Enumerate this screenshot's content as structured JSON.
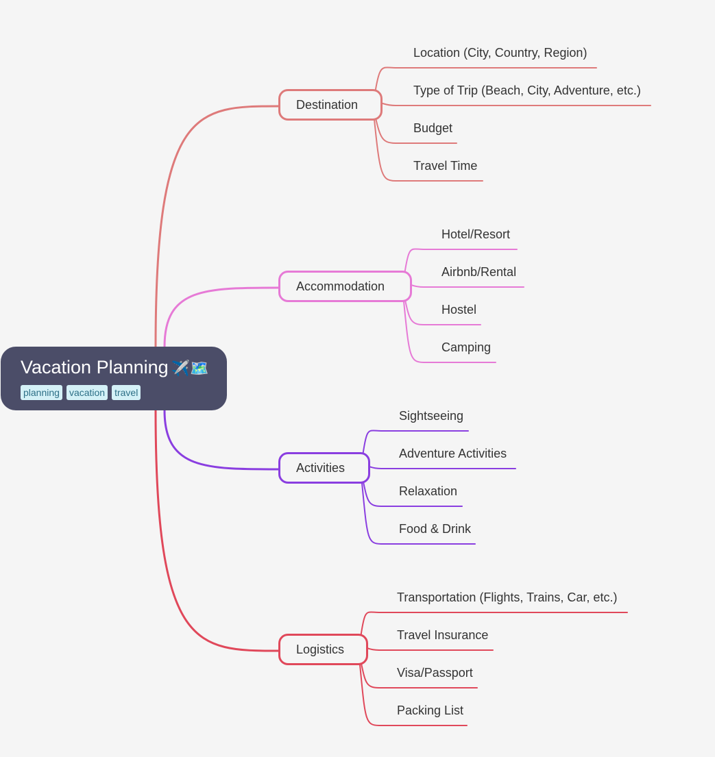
{
  "root": {
    "title": "Vacation Planning",
    "emoji": "✈️🗺️",
    "tags": [
      "planning",
      "vacation",
      "travel"
    ]
  },
  "branches": [
    {
      "label": "Destination",
      "color": "#de7a7a",
      "children": [
        "Location (City, Country, Region)",
        "Type of Trip (Beach, City, Adventure, etc.)",
        "Budget",
        "Travel Time"
      ]
    },
    {
      "label": "Accommodation",
      "color": "#e67ad6",
      "children": [
        "Hotel/Resort",
        "Airbnb/Rental",
        "Hostel",
        "Camping"
      ]
    },
    {
      "label": "Activities",
      "color": "#8a3ee0",
      "children": [
        "Sightseeing",
        "Adventure Activities",
        "Relaxation",
        "Food & Drink"
      ]
    },
    {
      "label": "Logistics",
      "color": "#e0485a",
      "children": [
        "Transportation (Flights, Trains, Car, etc.)",
        "Travel Insurance",
        "Visa/Passport",
        "Packing List"
      ]
    }
  ]
}
